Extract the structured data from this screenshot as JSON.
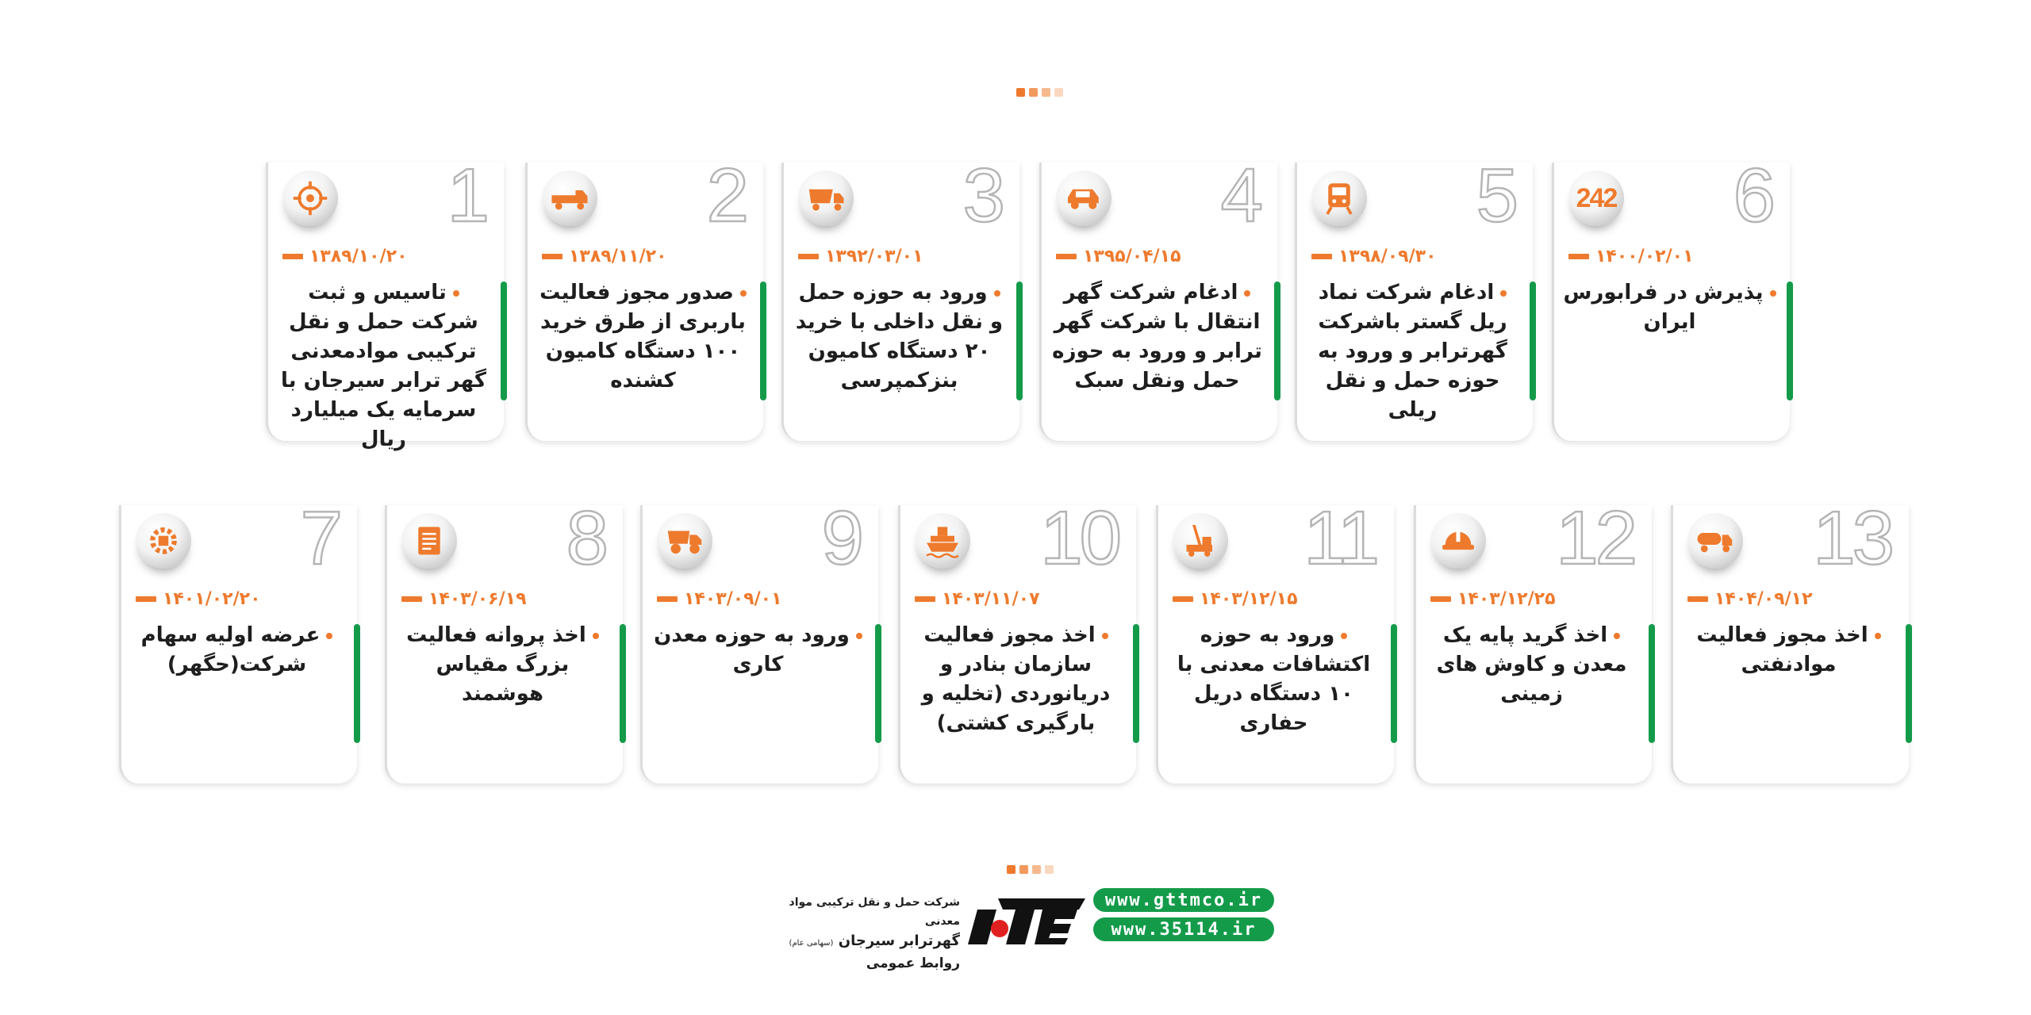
{
  "colors": {
    "accent": "#ee7a2d",
    "green": "#149b4a",
    "number_outline": "#b5b5b5"
  },
  "timeline": [
    {
      "number": "1",
      "date": "۱۳۸۹/۱۰/۲۰",
      "icon": "compass-target-icon",
      "text": "تاسیس و ثبت شرکت حمل و نقل ترکیبی موادمعدنی گهر ترابر سیرجان با سرمایه یک میلیارد ریال"
    },
    {
      "number": "2",
      "date": "۱۳۸۹/۱۱/۲۰",
      "icon": "truck-icon",
      "text": "صدور مجوز فعالیت باربری از طرق خرید ۱۰۰ دستگاه کامیون کشنده"
    },
    {
      "number": "3",
      "date": "۱۳۹۲/۰۳/۰۱",
      "icon": "dump-truck-icon",
      "text": "ورود به حوزه حمل و نقل داخلی با خرید ۲۰ دستگاه کامیون بنزکمپرسی"
    },
    {
      "number": "4",
      "date": "۱۳۹۵/۰۴/۱۵",
      "icon": "car-icon",
      "text": "ادغام شرکت گهر انتقال با شرکت گهر ترابر و ورود به حوزه حمل ونقل سبک"
    },
    {
      "number": "5",
      "date": "۱۳۹۸/۰۹/۳۰",
      "icon": "train-icon",
      "text": "ادغام شرکت نماد ریل گستر باشرکت گهرترابر و ورود به حوزه حمل و نقل ریلی"
    },
    {
      "number": "6",
      "date": "۱۴۰۰/۰۲/۰۱",
      "icon": "number-242-icon",
      "icon_text": "242",
      "text": "پذیرش در فرابورس ایران"
    },
    {
      "number": "7",
      "date": "۱۴۰۱/۰۲/۲۰",
      "icon": "gear-chip-icon",
      "text": "عرضه اولیه سهام شرکت(حگهر)"
    },
    {
      "number": "8",
      "date": "۱۴۰۳/۰۶/۱۹",
      "icon": "license-document-icon",
      "text": "اخذ پروانه فعالیت بزرگ مقیاس هوشمند"
    },
    {
      "number": "9",
      "date": "۱۴۰۳/۰۹/۰۱",
      "icon": "mining-truck-icon",
      "text": "ورود به حوزه معدن کاری"
    },
    {
      "number": "10",
      "date": "۱۴۰۳/۱۱/۰۷",
      "icon": "ship-icon",
      "text": "اخذ مجوز فعالیت سازمان بنادر و دریانوردی (تخلیه و بارگیری کشتی)"
    },
    {
      "number": "11",
      "date": "۱۴۰۳/۱۲/۱۵",
      "icon": "drill-rig-icon",
      "text": "ورود به حوزه اکتشافات معدنی با ۱۰ دستگاه دریل حفاری"
    },
    {
      "number": "12",
      "date": "۱۴۰۳/۱۲/۲۵",
      "icon": "hard-hat-icon",
      "text": "اخذ گرید پایه یک معدن و کاوش های زمینی"
    },
    {
      "number": "13",
      "date": "۱۴۰۴/۰۹/۱۲",
      "icon": "tanker-truck-icon",
      "text": "اخذ مجوز فعالیت موادنفتی"
    }
  ],
  "footer": {
    "company_line1": "شرکت حمل و نقل ترکیبی مواد معدنی",
    "company_line2": "گهرترابر سیرجان",
    "company_line2_small": "(سهامی عام)",
    "company_line3": "روابط عمومی",
    "url1": "www.gttmco.ir",
    "url2": "www.35114.ir"
  }
}
